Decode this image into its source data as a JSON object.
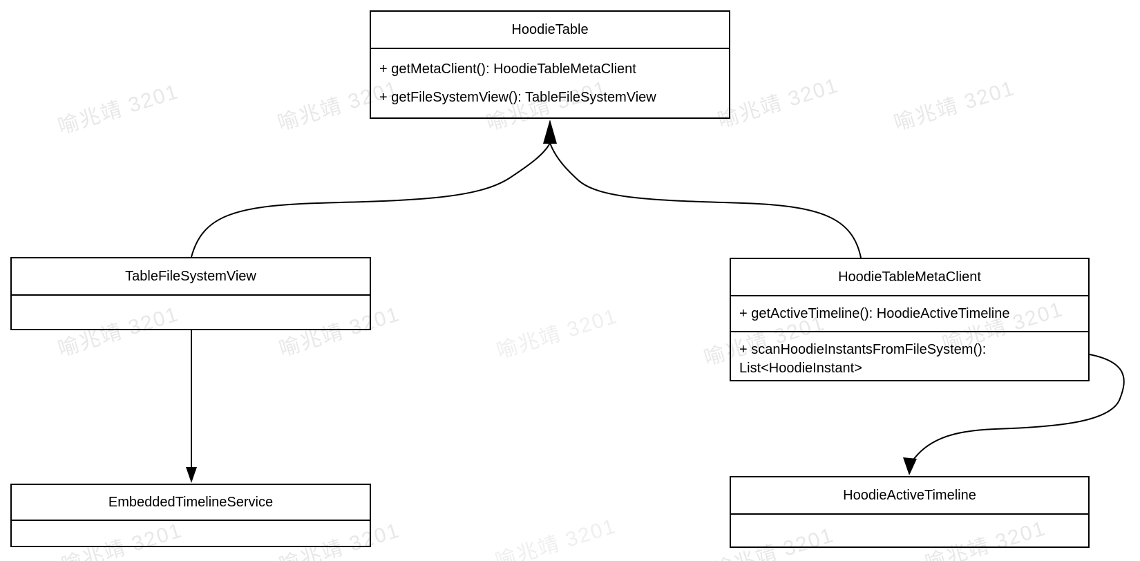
{
  "watermark": {
    "text": "喻兆靖 3201",
    "color": "#e8e8e8"
  },
  "classes": [
    {
      "name": "HoodieTable",
      "methods": [
        "+ getMetaClient(): HoodieTableMetaClient",
        "+ getFileSystemView(): TableFileSystemView"
      ]
    },
    {
      "name": "TableFileSystemView",
      "methods": []
    },
    {
      "name": "HoodieTableMetaClient",
      "methods": [
        "+ getActiveTimeline(): HoodieActiveTimeline",
        "+ scanHoodieInstantsFromFileSystem(): List<HoodieInstant>"
      ]
    },
    {
      "name": "EmbeddedTimelineService",
      "methods": []
    },
    {
      "name": "HoodieActiveTimeline",
      "methods": []
    }
  ],
  "edges": [
    {
      "from": "TableFileSystemView",
      "to": "HoodieTable",
      "type": "arrow"
    },
    {
      "from": "HoodieTableMetaClient",
      "to": "HoodieTable",
      "type": "arrow"
    },
    {
      "from": "TableFileSystemView",
      "to": "EmbeddedTimelineService",
      "type": "arrow"
    },
    {
      "from": "HoodieTableMetaClient",
      "to": "HoodieActiveTimeline",
      "type": "arrow"
    }
  ],
  "colors": {
    "line": "#000000",
    "background": "#ffffff",
    "watermark": "#e8e8e8"
  }
}
